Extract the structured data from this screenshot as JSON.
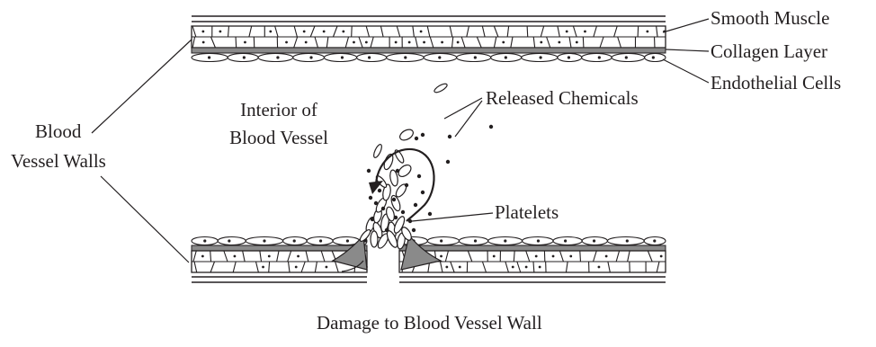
{
  "labels": {
    "smooth_muscle": "Smooth Muscle",
    "collagen_layer": "Collagen Layer",
    "endothelial_cells": "Endothelial Cells",
    "released_chemicals": "Released Chemicals",
    "interior_line1": "Interior of",
    "interior_line2": "Blood Vessel",
    "walls_line1": "Blood",
    "walls_line2": "Vessel Walls",
    "platelets": "Platelets",
    "caption": "Damage to Blood Vessel Wall"
  },
  "colors": {
    "ink": "#231f20",
    "collagen": "#8a8a8a",
    "background": "#ffffff"
  }
}
